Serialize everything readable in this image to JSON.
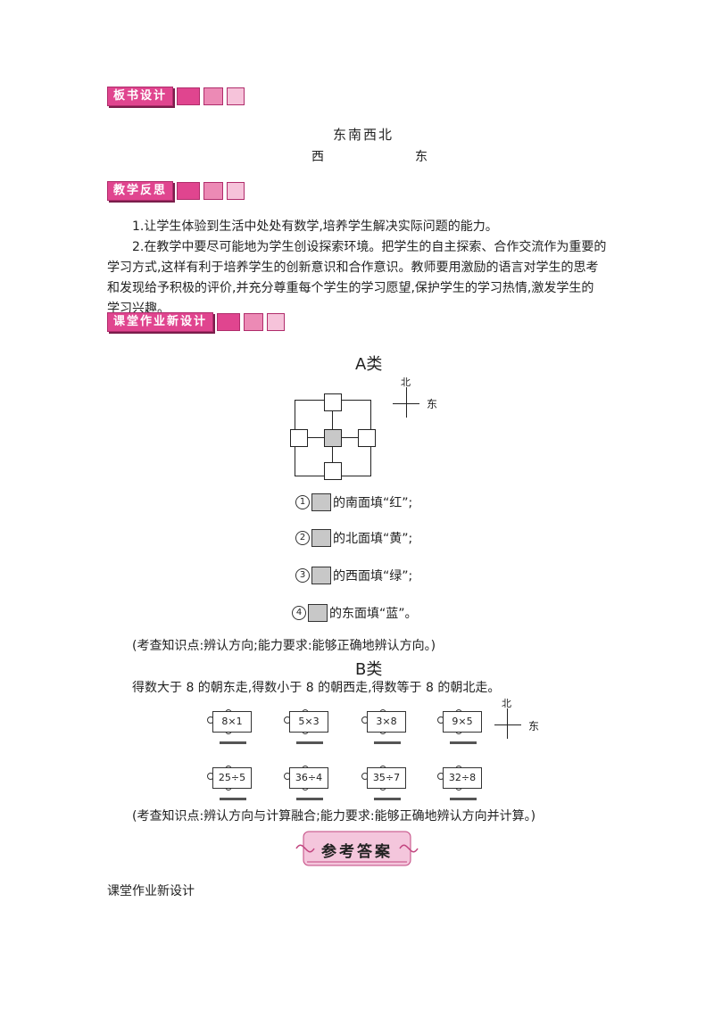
{
  "sections": {
    "board_design": "板书设计",
    "teaching_reflection": "教学反思",
    "homework_design": "课堂作业新设计",
    "answer_key": "参考答案"
  },
  "board": {
    "title": "东南西北",
    "west": "西",
    "east": "东"
  },
  "reflection": [
    "1.让学生体验到生活中处处有数学,培养学生解决实际问题的能力。",
    "2.在教学中要尽可能地为学生创设探索环境。把学生的自主探索、合作交流作为重要的",
    "学习方式,这样有利于培养学生的创新意识和合作意识。教师要用激励的语言对学生的思考",
    "和发现给予积极的评价,并充分尊重每个学生的学习愿望,保护学生的学习热情,激发学生的",
    "学习兴趣。"
  ],
  "class_a": {
    "title": "A类",
    "compass_north": "北",
    "compass_east": "东",
    "tasks": [
      {
        "num": "1",
        "text": "的南面填“红”;"
      },
      {
        "num": "2",
        "text": "的北面填“黄”;"
      },
      {
        "num": "3",
        "text": "的西面填“绿”;"
      },
      {
        "num": "4",
        "text": "的东面填“蓝”。"
      }
    ],
    "note": "(考查知识点:辨认方向;能力要求:能够正确地辨认方向。)"
  },
  "class_b": {
    "title": "B类",
    "instruction": "得数大于 8 的朝东走,得数小于 8 的朝西走,得数等于 8 的朝北走。",
    "compass_north": "北",
    "compass_east": "东",
    "row1": [
      "8×1",
      "5×3",
      "3×8",
      "9×5"
    ],
    "row2": [
      "25÷5",
      "36÷4",
      "35÷7",
      "32÷8"
    ],
    "note": "(考查知识点:辨认方向与计算融合;能力要求:能够正确地辨认方向并计算。)"
  },
  "answer": {
    "subtitle": "课堂作业新设计"
  }
}
